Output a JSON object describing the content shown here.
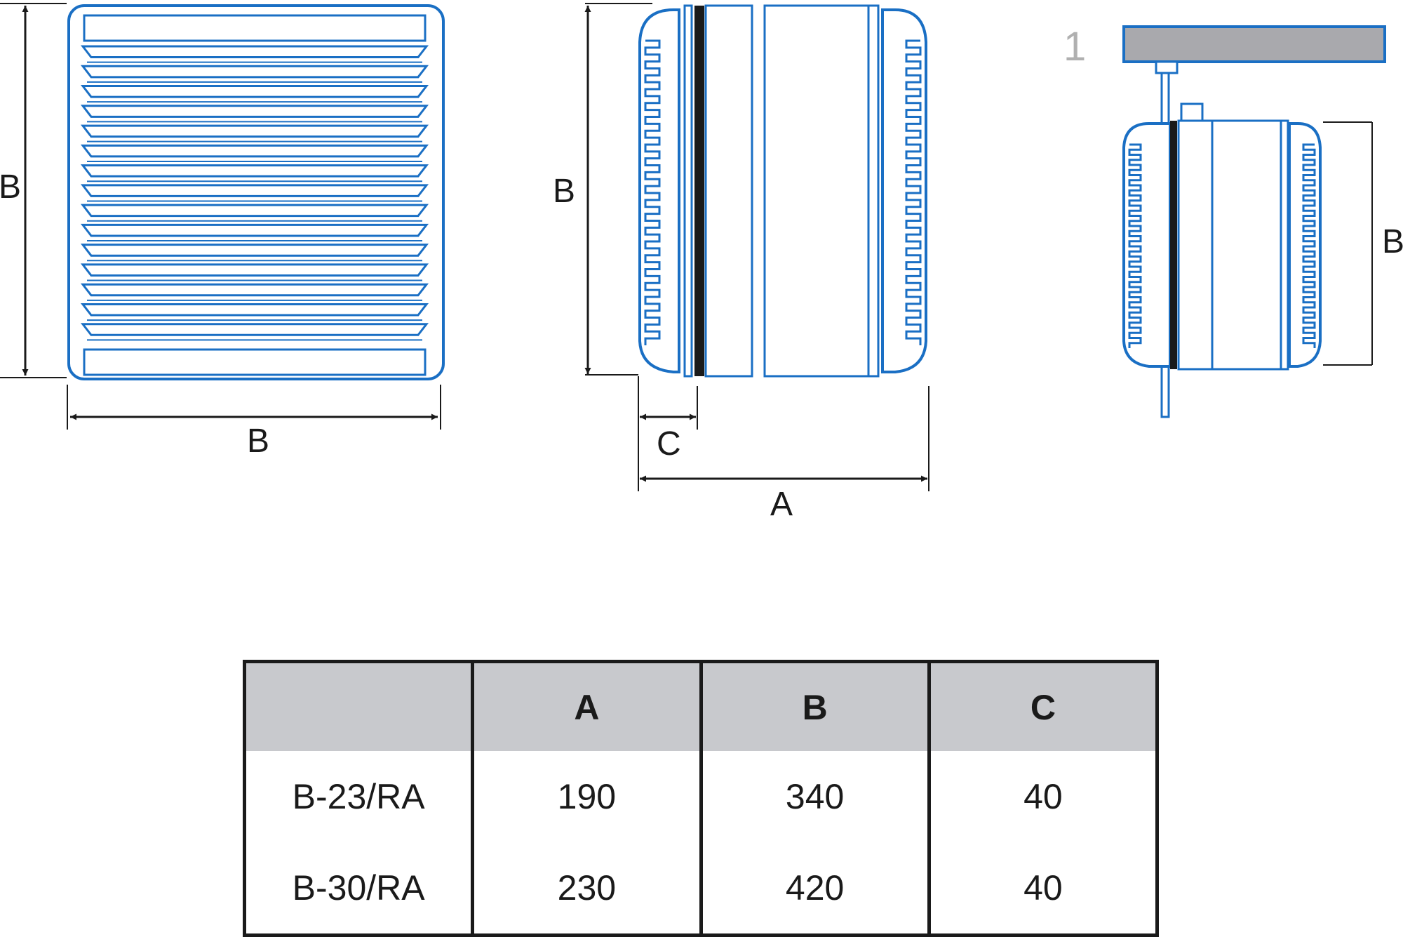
{
  "colors": {
    "outline": "#1a6fc4",
    "fill": "#ffffff",
    "dimension_line": "#1a1a1a",
    "ceiling": "#a9a9ad",
    "table_header": "#c8c9cd"
  },
  "front_view": {
    "height_label": "B",
    "width_label": "B",
    "slat_count": 15
  },
  "side_view": {
    "height_label": "B",
    "depth_label": "A",
    "flange_label": "C"
  },
  "mounted_view": {
    "reference_number": "1",
    "height_label": "B"
  },
  "table": {
    "headers": [
      "",
      "A",
      "B",
      "C"
    ],
    "rows": [
      [
        "B-23/RA",
        "190",
        "340",
        "40"
      ],
      [
        "B-30/RA",
        "230",
        "420",
        "40"
      ]
    ]
  }
}
